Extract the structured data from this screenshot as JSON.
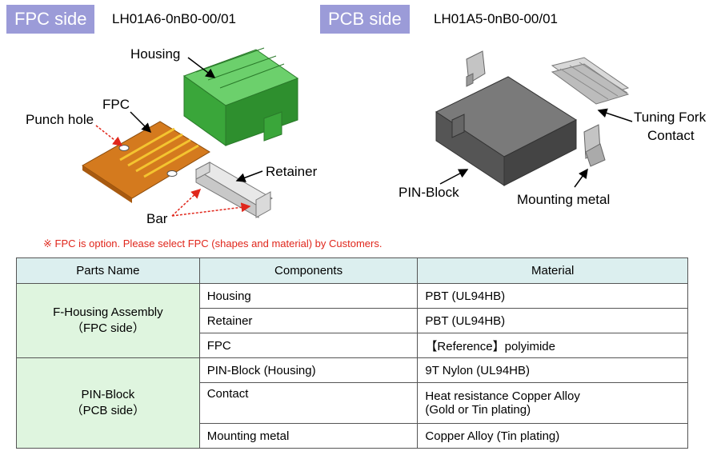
{
  "header": {
    "fpc_badge": "FPC side",
    "fpc_part": "LH01A6-0nB0-00/01",
    "pcb_badge": "PCB side",
    "pcb_part": "LH01A5-0nB0-00/01"
  },
  "callouts": {
    "housing": "Housing",
    "fpc": "FPC",
    "punch_hole": "Punch hole",
    "retainer": "Retainer",
    "bar": "Bar",
    "tuning_fork_1": "Tuning Fork",
    "tuning_fork_2": "Contact",
    "pin_block": "PIN-Block",
    "mounting_metal": "Mounting metal"
  },
  "note": "※ FPC is option. Please select FPC (shapes and material) by Customers.",
  "table": {
    "headers": [
      "Parts Name",
      "Components",
      "Material"
    ],
    "groups": [
      {
        "name_1": "F-Housing Assembly",
        "name_2": "（FPC side）",
        "rows": [
          {
            "component": "Housing",
            "material": "PBT (UL94HB)"
          },
          {
            "component": "Retainer",
            "material": "PBT (UL94HB)"
          },
          {
            "component": "FPC",
            "material": "【Reference】polyimide"
          }
        ]
      },
      {
        "name_1": "PIN-Block",
        "name_2": "（PCB side）",
        "rows": [
          {
            "component": "PIN-Block (Housing)",
            "material": "9T Nylon (UL94HB)"
          },
          {
            "component": "Contact",
            "material_1": "Heat resistance Copper Alloy",
            "material_2": "(Gold or Tin plating)"
          },
          {
            "component": "Mounting metal",
            "material": "Copper Alloy (Tin plating)"
          }
        ]
      }
    ]
  },
  "colors": {
    "badge": "#9b9bd8",
    "header_bg": "#dcefef",
    "group_bg": "#dff5df",
    "note": "#e0261b",
    "housing_green": "#3aa63a",
    "fpc_orange": "#d47a1e"
  }
}
